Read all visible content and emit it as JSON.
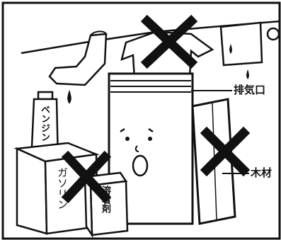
{
  "labels": {
    "exhaust_port": "排気口",
    "wood": "木材",
    "benzine": "ベンジン",
    "gasoline": "ガソリン",
    "thinner": "溶着剤"
  },
  "colors": {
    "ink": "#111111",
    "paper": "#ffffff"
  }
}
